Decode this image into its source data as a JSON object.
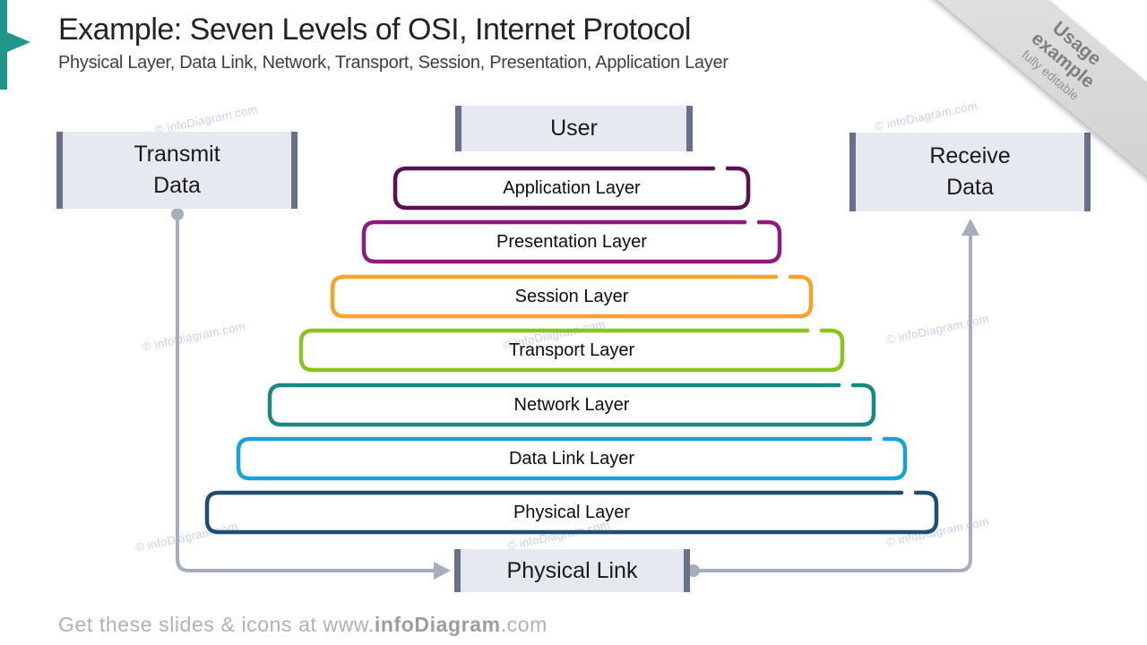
{
  "slide": {
    "title": "Example: Seven Levels of OSI, Internet Protocol",
    "subtitle": "Physical Layer, Data Link, Network, Transport, Session, Presentation, Application Layer",
    "accent_color": "#1F958B"
  },
  "ribbon": {
    "line1": "Usage",
    "line2": "example",
    "line3": "fully editable",
    "bg": "#D9D9D9",
    "text_color": "#7F7F7F"
  },
  "nodes": {
    "fill_color": "#E6E9EF",
    "bar_color": "#67718A",
    "transmit": {
      "label_line1": "Transmit",
      "label_line2": "Data"
    },
    "receive": {
      "label_line1": "Receive",
      "label_line2": "Data"
    },
    "user": {
      "label": "User"
    },
    "physical_link": {
      "label": "Physical Link"
    }
  },
  "layers": [
    {
      "label": "Application Layer",
      "color": "#5A1150"
    },
    {
      "label": "Presentation Layer",
      "color": "#8F1A7B"
    },
    {
      "label": "Session Layer",
      "color": "#F9A22B"
    },
    {
      "label": "Transport Layer",
      "color": "#8AC41F"
    },
    {
      "label": "Network Layer",
      "color": "#178A80"
    },
    {
      "label": "Data Link Layer",
      "color": "#16A3DD"
    },
    {
      "label": "Physical Layer",
      "color": "#1F4E72"
    }
  ],
  "arrows": {
    "color": "#A7AEBB"
  },
  "watermark": {
    "text": "© infoDiagram.com"
  },
  "footer": {
    "prefix": "Get these slides & icons at www.",
    "brand": "infoDiagram",
    "suffix": ".com"
  }
}
